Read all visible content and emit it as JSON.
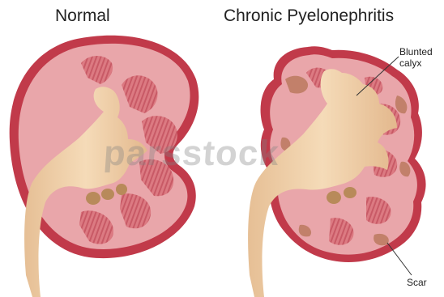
{
  "titles": {
    "normal": "Normal",
    "chronic": "Chronic Pyelonephritis"
  },
  "labels": {
    "blunted_calyx_line1": "Blunted",
    "blunted_calyx_line2": "calyx",
    "scar": "Scar"
  },
  "watermark": "parsstock",
  "colors": {
    "capsule": "#c13a4a",
    "cortex": "#e9a6aa",
    "pyramid": "#d06570",
    "pelvis": "#f0cfa8",
    "scar": "#c2806a"
  }
}
